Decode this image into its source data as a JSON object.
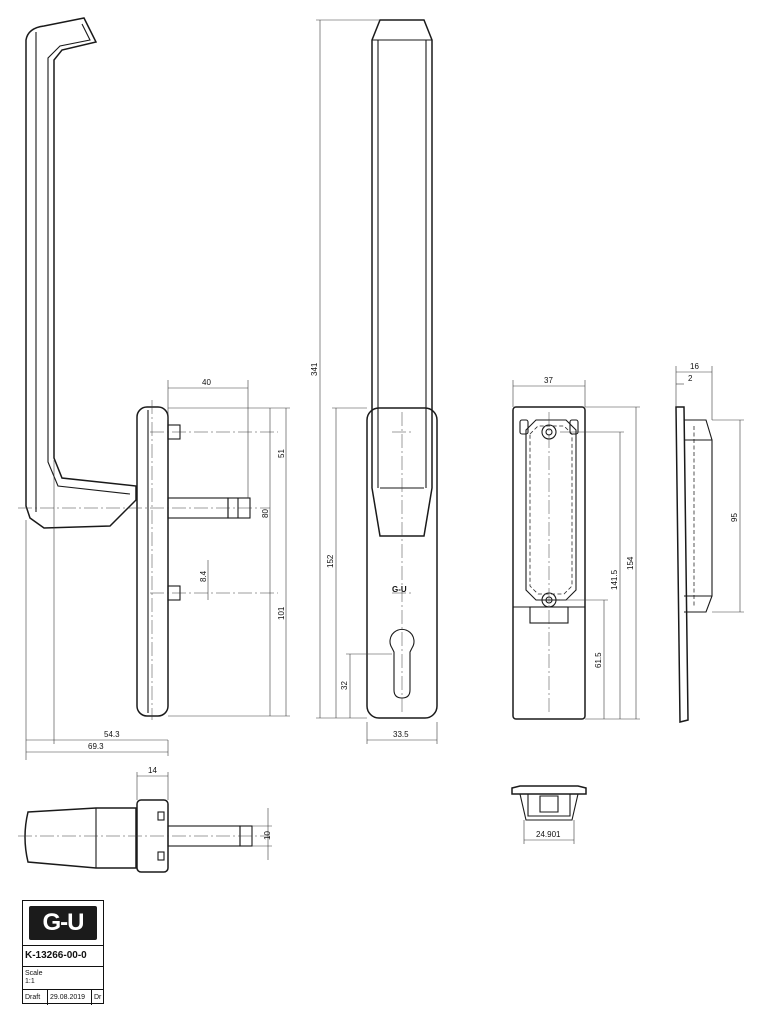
{
  "brand": {
    "logo_text": "G-U",
    "small_logo_text": "G-U"
  },
  "title_block": {
    "part_number": "K-13266-00-0",
    "scale_label": "Scale",
    "scale_value": "1:1",
    "draft_label": "Draft",
    "date": "29.08.2019",
    "drawn_by": "Dr"
  },
  "dimensions": {
    "side_view": {
      "d40": "40",
      "d51": "51",
      "d80": "80",
      "d8_4": "8.4",
      "d101": "101",
      "d54_3": "54.3",
      "d69_3": "69.3"
    },
    "front_view": {
      "d341": "341",
      "d152": "152",
      "d32": "32",
      "d33_5": "33.5"
    },
    "back_view": {
      "d37": "37",
      "d154": "154",
      "d141_5": "141.5",
      "d61_5": "61.5"
    },
    "edge_view": {
      "d16": "16",
      "d2": "2",
      "d95": "95"
    },
    "bottom_view": {
      "d14": "14",
      "d10": "10"
    },
    "top_view": {
      "d24_901": "24.901"
    }
  },
  "colors": {
    "line": "#1a1a1a",
    "logo_bg": "#1b1b1b",
    "paper": "#ffffff"
  }
}
